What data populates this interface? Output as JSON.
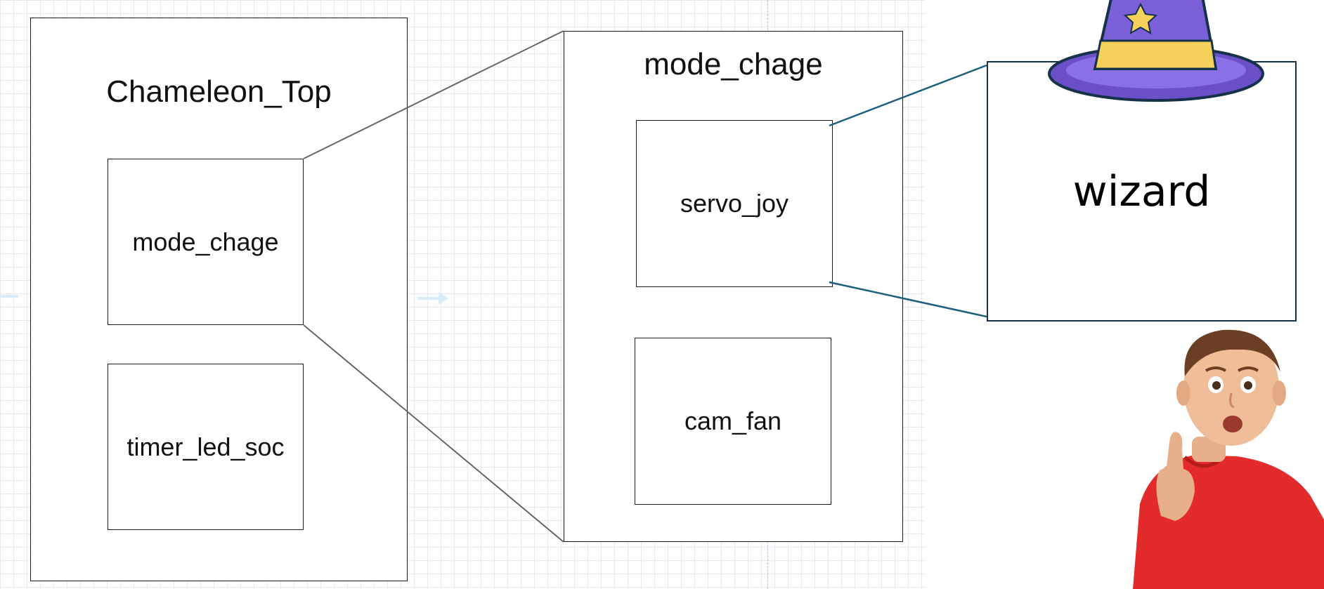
{
  "diagram": {
    "chameleon_top": {
      "title": "Chameleon_Top",
      "mode_chage": "mode_chage",
      "timer_led_soc": "timer_led_soc"
    },
    "mode_chage_detail": {
      "title": "mode_chage",
      "servo_joy": "servo_joy",
      "cam_fan": "cam_fan"
    },
    "callout": {
      "text": "wizard"
    }
  },
  "colors": {
    "box_border": "#1a1a1a",
    "zoom_lines": "#666666",
    "callout_lines": "#1d5f7f",
    "hat_purple": "#7b61d9",
    "hat_band": "#f5d35a",
    "shirt_red": "#e32b2b"
  },
  "icons": [
    "wizard-hat-icon",
    "surprised-boy-figure"
  ]
}
